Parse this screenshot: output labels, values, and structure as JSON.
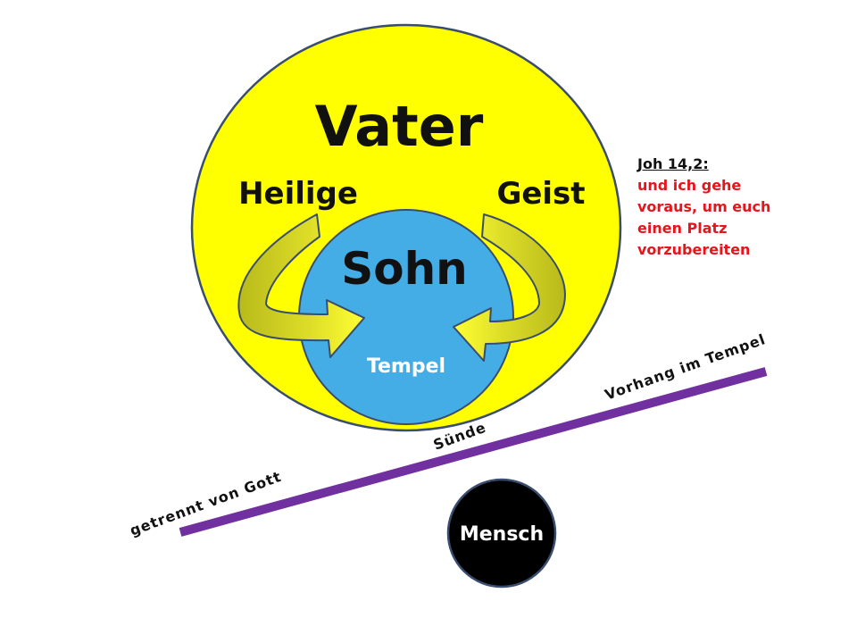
{
  "labels": {
    "vater": "Vater",
    "heilige": "Heilige",
    "geist": "Geist",
    "sohn": "Sohn",
    "tempel": "Tempel",
    "mensch": "Mensch",
    "vorhang": "Vorhang im Tempel",
    "suende": "Sünde",
    "getrennt": "getrennt von Gott"
  },
  "verse": {
    "reference": "Joh 14,2:",
    "lines": [
      "und ich gehe",
      "voraus, um euch",
      "einen Platz",
      "vorzubereiten"
    ]
  },
  "colors": {
    "vater_fill": "#ffff00",
    "vater_stroke": "#3a4d6e",
    "sohn_fill": "#44ade6",
    "tempel_text": "#ffffff",
    "mensch_fill": "#000000",
    "mensch_text": "#ffffff",
    "curtain": "#7030a0",
    "verse_text": "#e8141b",
    "arrow_dark": "#bdbf1c",
    "arrow_light": "#ffff33"
  }
}
